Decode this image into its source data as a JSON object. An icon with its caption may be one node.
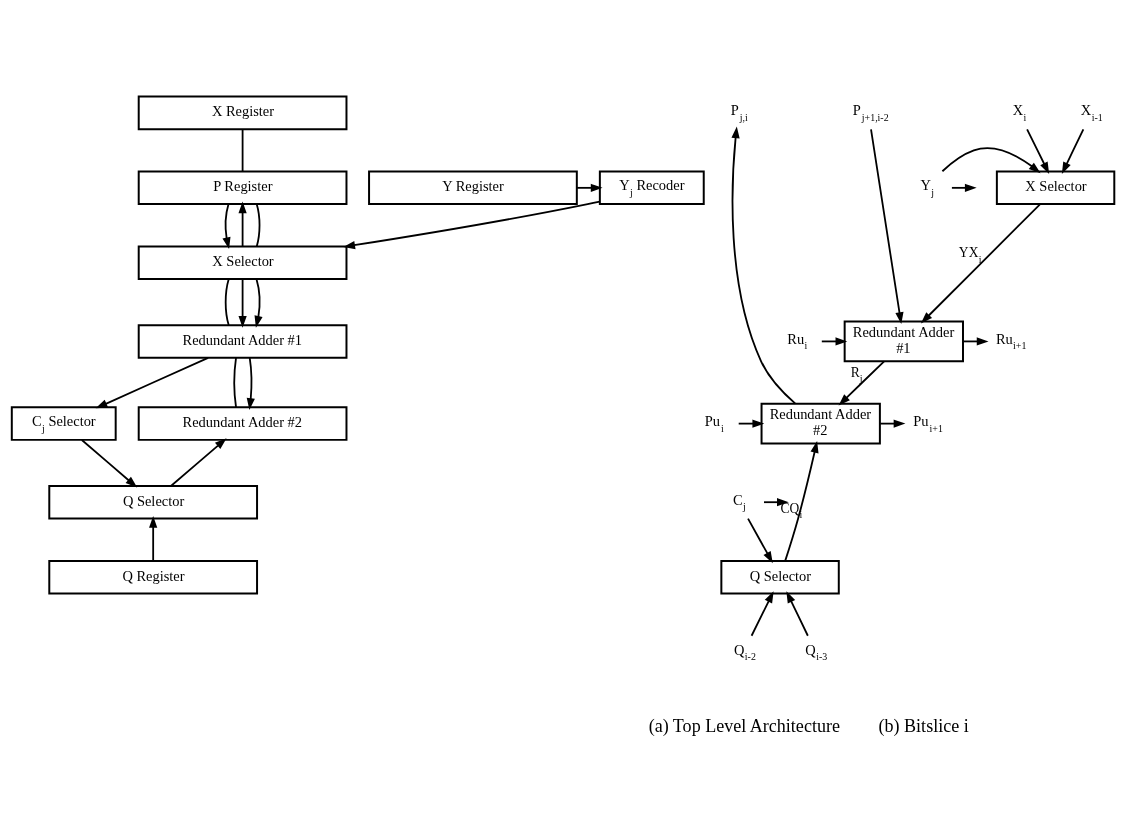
{
  "diagram": {
    "nodes": [
      {
        "text": [
          "Y$_{j}$ Recoder"
        ]
      },
      {
        "text": [
          "Y Register"
        ]
      },
      {
        "text": [
          "X Register"
        ]
      },
      {
        "text": [
          "P Register"
        ]
      },
      {
        "text": [
          "X Selector"
        ]
      },
      {
        "text": [
          "Redundant Adder #1"
        ]
      },
      {
        "text": [
          "C$_{j}$ Selector"
        ]
      },
      {
        "text": [
          "Redundant Adder #2"
        ]
      },
      {
        "text": [
          "Q Selector"
        ]
      },
      {
        "text": [
          "Q Register"
        ]
      },
      {
        "text": [
          "X Selector"
        ]
      },
      {
        "text": [
          "Redundant Adder #1"
        ]
      },
      {
        "text": [
          "Redundant Adder #2"
        ]
      },
      {
        "text": [
          "Q Selector"
        ]
      },
      {
        "text": [
          "P$_{j,i}$"
        ]
      },
      {
        "text": [
          "X$_{i}$"
        ]
      },
      {
        "text": [
          "X$_{i-1}$"
        ]
      },
      {
        "text": [
          "P$_{j+1,i-2}$"
        ]
      },
      {
        "text": [
          "Y$_{j}$"
        ]
      },
      {
        "text": [
          "Ru$_{i+1}$"
        ]
      },
      {
        "text": [
          "Ru$_{i}$"
        ]
      },
      {
        "text": [
          "Pu$_{i+1}$"
        ]
      },
      {
        "text": [
          "Pu$_{i}$"
        ]
      },
      {
        "text": [
          "C$_{j}$"
        ]
      },
      {
        "text": [
          "Q$_{i-2}$"
        ]
      },
      {
        "text": [
          "Q$_{i-3}$"
        ]
      }
    ],
    "edges": [
      {
        "from": 1,
        "to": 0,
        "arrow": "to"
      },
      {
        "from": 0,
        "to": 4,
        "arrow": "to"
      },
      {
        "from": 2,
        "to": 3,
        "arrow": "none"
      },
      {
        "from": 4,
        "to": 3,
        "arrow": "to"
      },
      {
        "from": 3,
        "to": 4,
        "arrow": "to"
      },
      {
        "from": 3,
        "to": 4,
        "arrow": "none"
      },
      {
        "from": 4,
        "to": 5,
        "arrow": "none"
      },
      {
        "from": 4,
        "to": 5,
        "arrow": "to"
      },
      {
        "from": 4,
        "to": 5,
        "arrow": "to"
      },
      {
        "from": 5,
        "to": 6,
        "arrow": "to"
      },
      {
        "from": 5,
        "to": 7,
        "arrow": "none"
      },
      {
        "from": 5,
        "to": 7,
        "arrow": "to"
      },
      {
        "from": 8,
        "to": 7,
        "arrow": "to"
      },
      {
        "from": 6,
        "to": 8,
        "arrow": "to"
      },
      {
        "from": 9,
        "to": 8,
        "arrow": "to"
      },
      {
        "from": 15,
        "to": 10,
        "arrow": "to"
      },
      {
        "from": 16,
        "to": 10,
        "arrow": "to"
      },
      {
        "from": 18,
        "to": 10,
        "arrow": "to"
      },
      {
        "from": 18,
        "to": null,
        "arrow": "to"
      },
      {
        "from": 10,
        "to": 11,
        "arrow": "to",
        "label": "YX$_{i}$"
      },
      {
        "from": 17,
        "to": 11,
        "arrow": "to"
      },
      {
        "from": 12,
        "to": 14,
        "arrow": "to"
      },
      {
        "from": 11,
        "to": 19,
        "arrow": "to"
      },
      {
        "from": 20,
        "to": 11,
        "arrow": "to"
      },
      {
        "from": 11,
        "to": 12,
        "arrow": "to",
        "label": "R$_{j}$"
      },
      {
        "from": 12,
        "to": 21,
        "arrow": "to"
      },
      {
        "from": 22,
        "to": 12,
        "arrow": "to"
      },
      {
        "from": 13,
        "to": 12,
        "arrow": "to",
        "label": "CQ$_{i}$"
      },
      {
        "from": 23,
        "to": 13,
        "arrow": "to"
      },
      {
        "from": 23,
        "to": null,
        "arrow": "to"
      },
      {
        "from": 24,
        "to": 13,
        "arrow": "to"
      },
      {
        "from": 25,
        "to": 13,
        "arrow": "to"
      }
    ],
    "labels": [
      "(a) Top Level Architecture",
      "(b) Bitslice i"
    ]
  }
}
